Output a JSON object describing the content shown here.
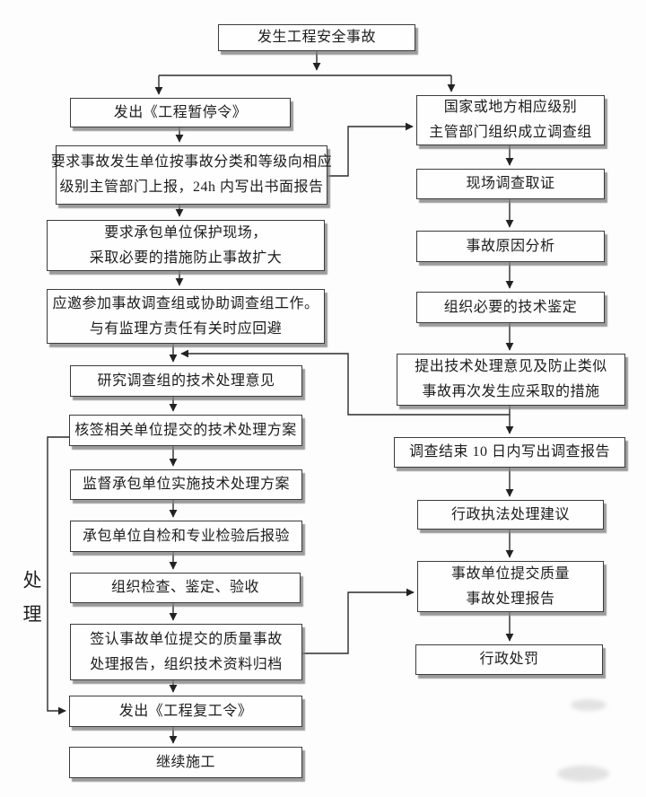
{
  "diagram": {
    "side_label": "处理",
    "colors": {
      "background": "#fdfdfd",
      "box_border": "#3c3c3c",
      "box_shadow": "#a0a0a0",
      "connector_line": "#2c2c2c",
      "text": "#1c1c1c"
    },
    "nodes": {
      "accident": {
        "label": "发生工程安全事故"
      },
      "suspend_order": {
        "label": "发出《工程暂停令》"
      },
      "report_upward": {
        "line1": "要求事故发生单位按事故分类和等级向相应",
        "line2": "级别主管部门上报，24h 内写出书面报告"
      },
      "protect_site": {
        "line1": "要求承包单位保护现场，",
        "line2": "采取必要的措施防止事故扩大"
      },
      "join_investigation": {
        "line1": "应邀参加事故调查组或协助调查组工作。",
        "line2": "与有监理方责任有关时应回避"
      },
      "study_opinions": {
        "label": "研究调查组的技术处理意见"
      },
      "countersign_scheme": {
        "label": "核签相关单位提交的技术处理方案"
      },
      "supervise_scheme": {
        "label": "监督承包单位实施技术处理方案"
      },
      "self_check": {
        "label": "承包单位自检和专业检验后报验"
      },
      "organize_acceptance": {
        "label": "组织检查、鉴定、验收"
      },
      "sign_archive": {
        "line1": "签认事故单位提交的质量事故",
        "line2": "处理报告，组织技术资料归档"
      },
      "resume_order": {
        "label": "发出《工程复工令》"
      },
      "continue_construction": {
        "label": "继续施工"
      },
      "form_team": {
        "line1": "国家或地方相应级别",
        "line2": "主管部门组织成立调查组"
      },
      "site_evidence": {
        "label": "现场调查取证"
      },
      "cause_analysis": {
        "label": "事故原因分析"
      },
      "tech_appraisal": {
        "label": "组织必要的技术鉴定"
      },
      "propose_measures": {
        "line1": "提出技术处理意见及防止类似",
        "line2": "事故再次发生应采取的措施"
      },
      "investigation_report": {
        "label": "调查结束 10 日内写出调查报告"
      },
      "enforcement_advice": {
        "label": "行政执法处理建议"
      },
      "submit_quality_report": {
        "line1": "事故单位提交质量",
        "line2": "事故处理报告"
      },
      "admin_penalty": {
        "label": "行政处罚"
      }
    }
  }
}
